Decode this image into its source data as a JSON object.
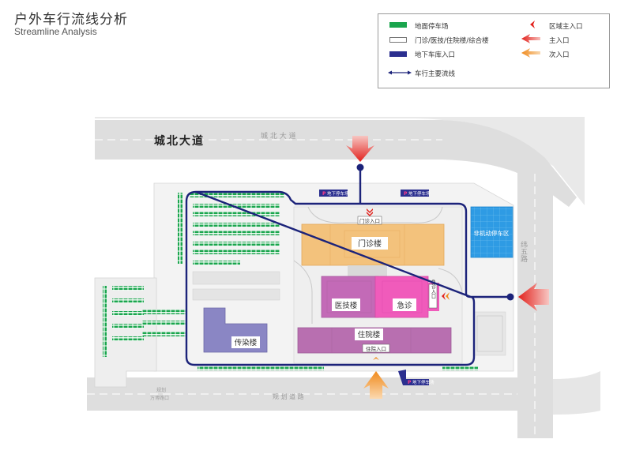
{
  "header": {
    "title_cn": "户外车行流线分析",
    "title_en": "Streamline Analysis"
  },
  "legend": {
    "ground_parking": "地面停车场",
    "buildings": "门诊/医技/住院楼/综合楼",
    "underground_entry": "地下车库入口",
    "main_flow": "车行主要流线",
    "area_entry": "区域主入口",
    "main_entry": "主入口",
    "secondary_entry": "次入口"
  },
  "roads": {
    "north_bold": "城北大道",
    "north_faint": "城 北 大 道",
    "east": "纬五路",
    "south": "规 划 道 路",
    "south_left": "规划",
    "south_left2": "万博路口"
  },
  "buildings": {
    "outpatient": "门诊楼",
    "medtech": "医技楼",
    "emergency": "急诊",
    "inpatient": "住院楼",
    "infectious": "传染楼",
    "nonmotor": "非机动停车区"
  },
  "labels": {
    "outpatient_entry": "门诊入口",
    "emergency_entry": "急诊入口",
    "inpatient_entry": "住院入口",
    "underground_parking": "地下停车场"
  },
  "colors": {
    "flow": "#1c237a",
    "ground_parking": "#1aa54d",
    "outpatient": "#f3c27c",
    "medtech": "#c36ab7",
    "emergency": "#f05bbb",
    "inpatient": "#b86fb0",
    "infectious": "#8a86c4",
    "nonmotor": "#2e9be4",
    "main_entry": "#e2211c",
    "secondary_entry": "#f08a1c"
  }
}
